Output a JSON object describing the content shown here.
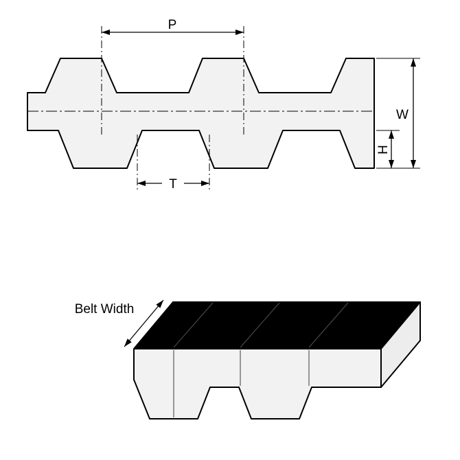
{
  "cross_section": {
    "dimensions": {
      "pitch_label": "P",
      "overall_width_label": "W",
      "tooth_height_label": "H",
      "tooth_label": "T"
    },
    "fill": "#f2f2f2",
    "outline": "#000000"
  },
  "perspective": {
    "belt_width_label": "Belt Width",
    "top_fill": "#000000",
    "front_fill": "#f2f2f2",
    "side_fill": "#ededed"
  }
}
